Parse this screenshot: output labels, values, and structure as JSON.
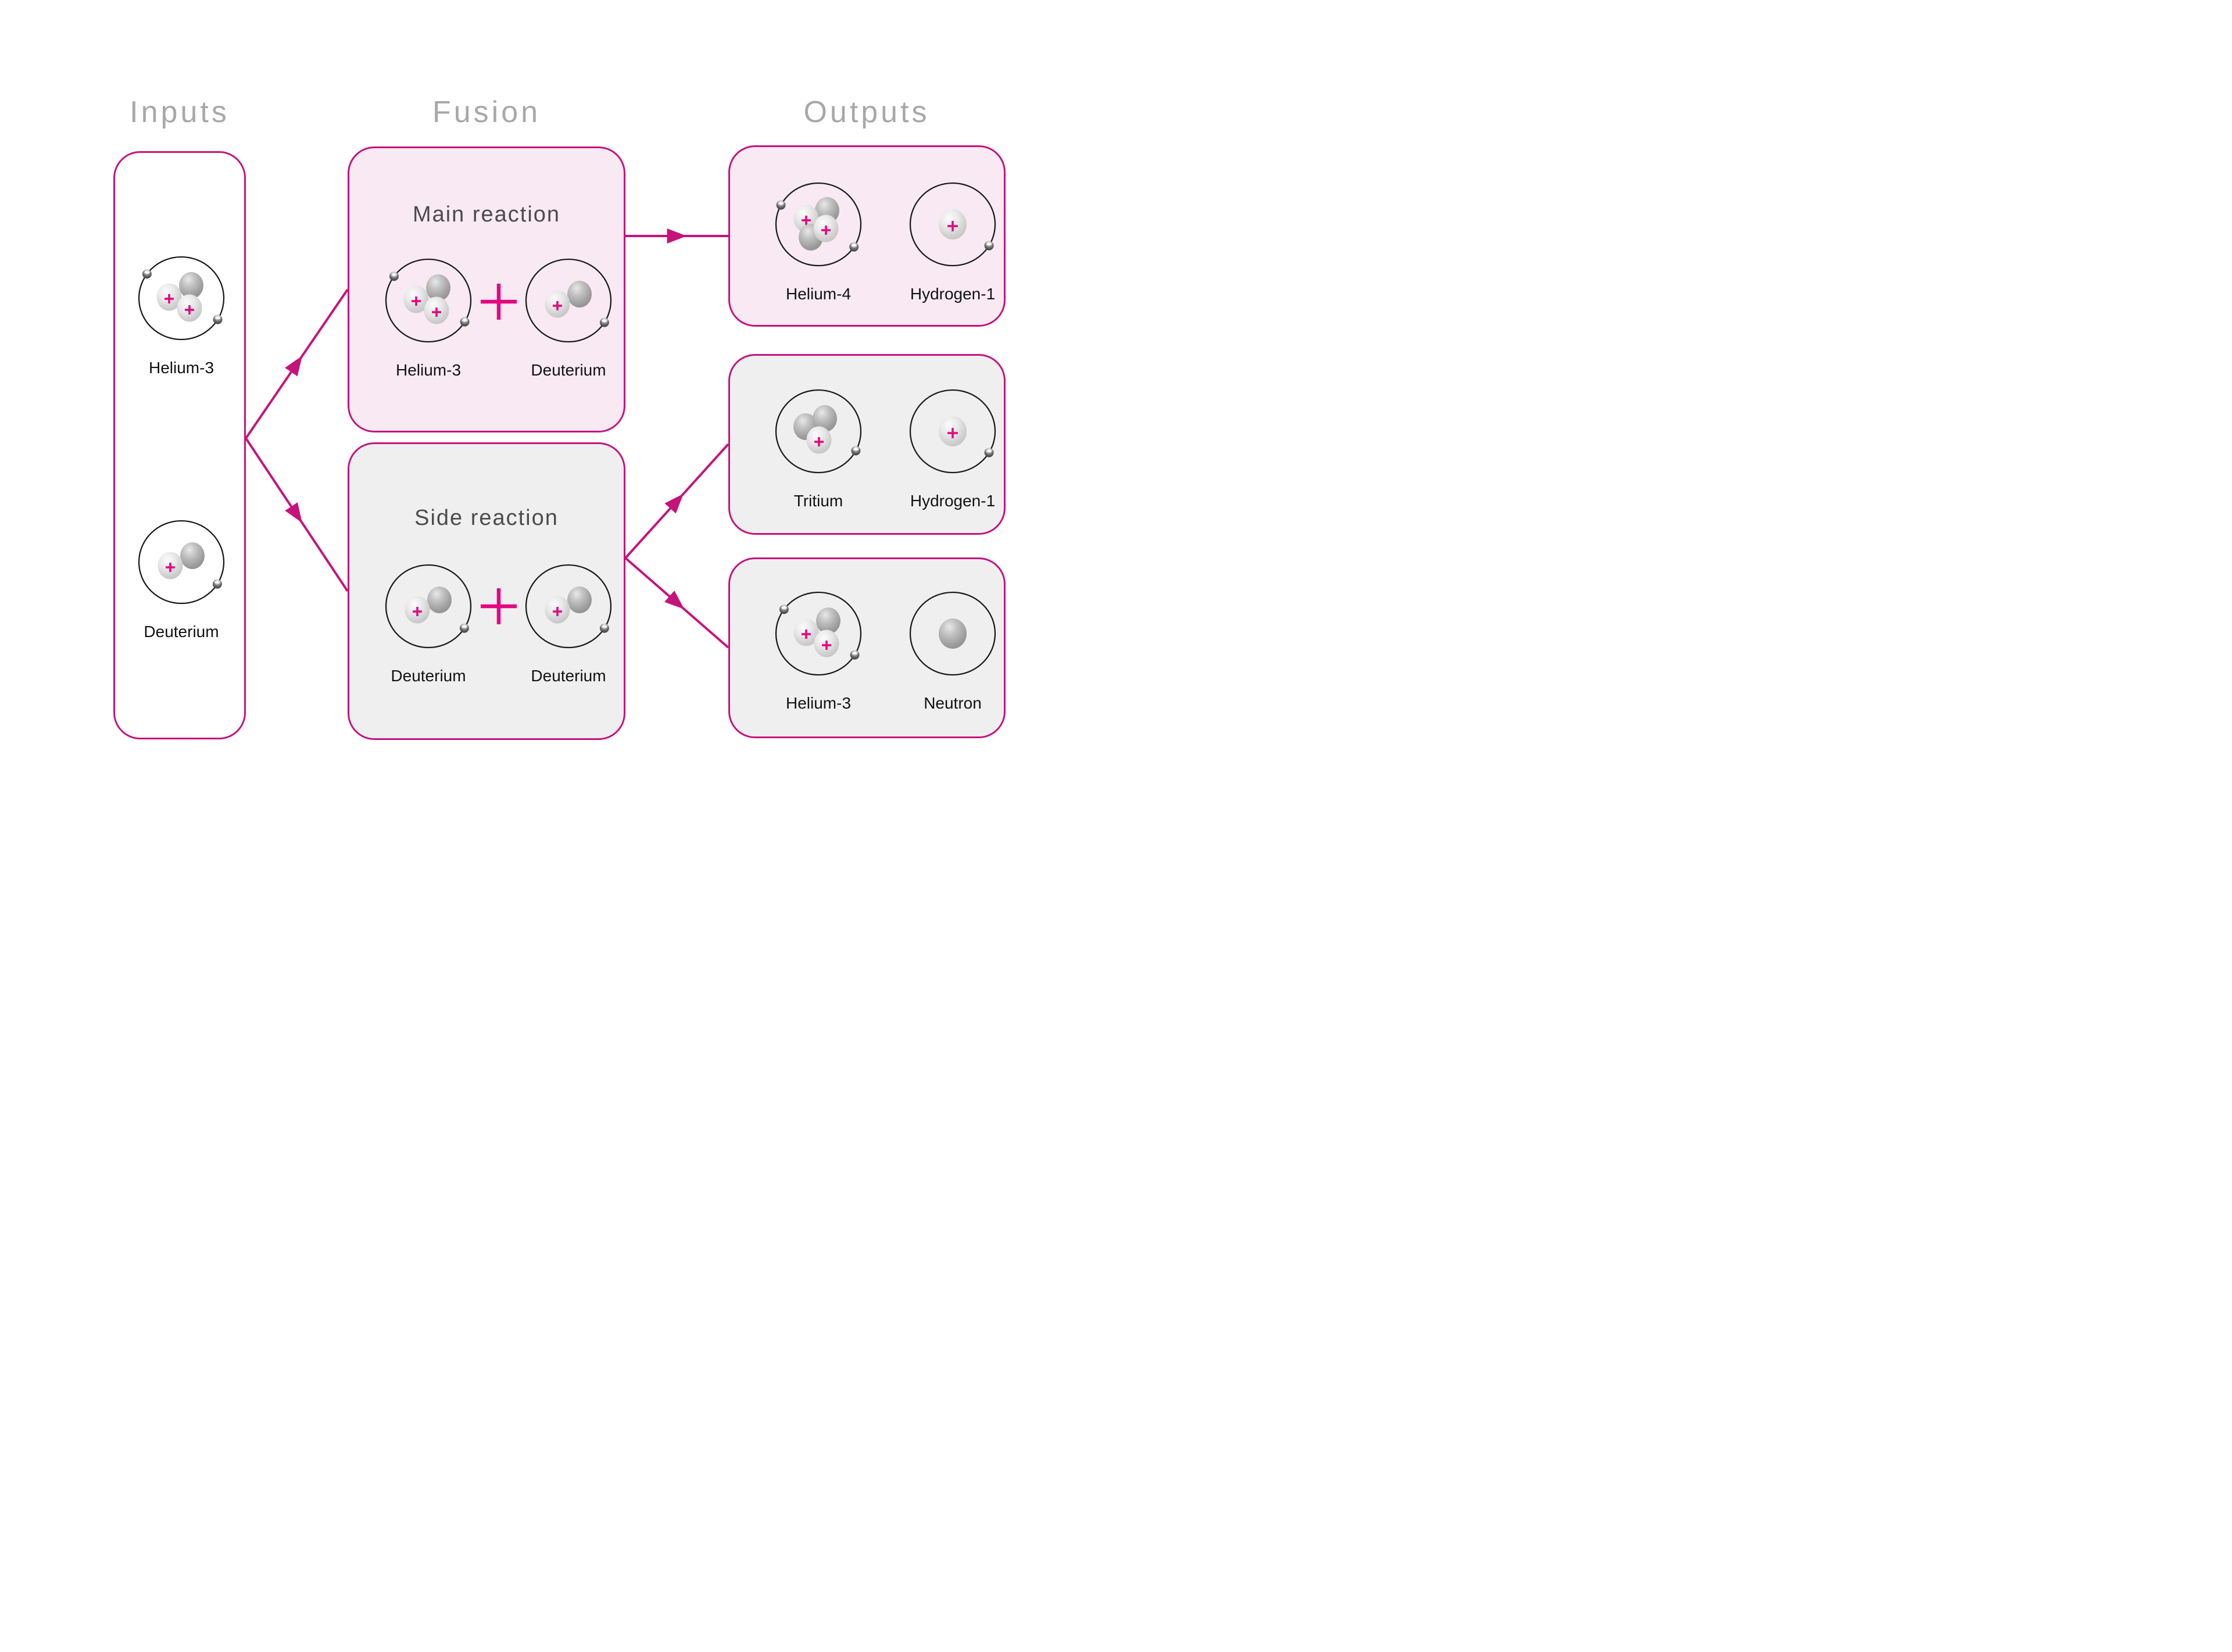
{
  "headers": {
    "inputs": "Inputs",
    "fusion": "Fusion",
    "outputs": "Outputs"
  },
  "colors": {
    "accent_magenta": "#c5137c",
    "plus_pink": "#e5067f",
    "pink_box_fill": "#f8e9f2",
    "gray_box_fill": "#f0eff0",
    "white_box_fill": "#ffffff",
    "header_text": "#a8a8a8",
    "title_text": "#4b4b4b",
    "label_text": "#121212",
    "orbit_stroke": "#1b1b1b"
  },
  "inputs_box": {
    "atoms": [
      {
        "type": "helium3",
        "label": "Helium-3"
      },
      {
        "type": "deuterium",
        "label": "Deuterium"
      }
    ]
  },
  "fusion_boxes": [
    {
      "title": "Main reaction",
      "variant": "pink",
      "operator_icon": "plus",
      "atoms": [
        {
          "type": "helium3",
          "label": "Helium-3"
        },
        {
          "type": "deuterium",
          "label": "Deuterium"
        }
      ]
    },
    {
      "title": "Side reaction",
      "variant": "gray",
      "operator_icon": "plus",
      "atoms": [
        {
          "type": "deuterium",
          "label": "Deuterium"
        },
        {
          "type": "deuterium",
          "label": "Deuterium"
        }
      ]
    }
  ],
  "output_boxes": [
    {
      "variant": "pink",
      "atoms": [
        {
          "type": "helium4",
          "label": "Helium-4"
        },
        {
          "type": "hydrogen1",
          "label": "Hydrogen-1"
        }
      ]
    },
    {
      "variant": "gray",
      "atoms": [
        {
          "type": "tritium",
          "label": "Tritium"
        },
        {
          "type": "hydrogen1",
          "label": "Hydrogen-1"
        }
      ]
    },
    {
      "variant": "gray",
      "atoms": [
        {
          "type": "helium3",
          "label": "Helium-3"
        },
        {
          "type": "neutron",
          "label": "Neutron"
        }
      ]
    }
  ],
  "flows": [
    {
      "from": "inputs-box",
      "to": "main-reaction-box"
    },
    {
      "from": "inputs-box",
      "to": "side-reaction-box"
    },
    {
      "from": "main-reaction-box",
      "to": "output-box-1"
    },
    {
      "from": "side-reaction-box",
      "to": "output-box-2"
    },
    {
      "from": "side-reaction-box",
      "to": "output-box-3"
    }
  ]
}
